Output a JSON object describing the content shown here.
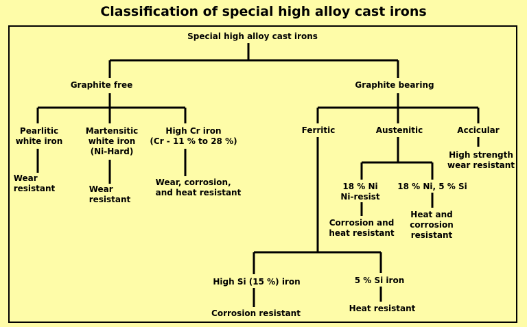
{
  "title": "Classification of special high alloy cast irons",
  "nodes": {
    "root": "Special high alloy cast irons",
    "graphite_free": "Graphite  free",
    "graphite_bearing": "Graphite bearing",
    "pearlitic_1": "Pearlitic",
    "pearlitic_2": "white iron",
    "pearlitic_use_1": "Wear",
    "pearlitic_use_2": "resistant",
    "martensitic_1": "Martensitic",
    "martensitic_2": "white iron",
    "martensitic_3": "(Ni-Hard)",
    "martensitic_use_1": "Wear",
    "martensitic_use_2": "resistant",
    "high_cr_1": "High Cr iron",
    "high_cr_2": "(Cr - 11 % to 28 %)",
    "high_cr_use_1": "Wear, corrosion,",
    "high_cr_use_2": "and heat resistant",
    "ferritic": "Ferritic",
    "austenitic": "Austenitic",
    "accicular": "Accicular",
    "accicular_use_1": "High strength",
    "accicular_use_2": "wear resistant",
    "ni_resist_1": "18 % Ni",
    "ni_resist_2": "Ni-resist",
    "ni_resist_use_1": "Corrosion and",
    "ni_resist_use_2": "heat resistant",
    "ni_si_1": "18 % Ni, 5 % Si",
    "ni_si_use_1": "Heat and",
    "ni_si_use_2": "corrosion",
    "ni_si_use_3": "resistant",
    "high_si": "High Si (15 %) iron",
    "high_si_use": "Corrosion resistant",
    "si5": "5 % Si iron",
    "si5_use": "Heat resistant"
  }
}
